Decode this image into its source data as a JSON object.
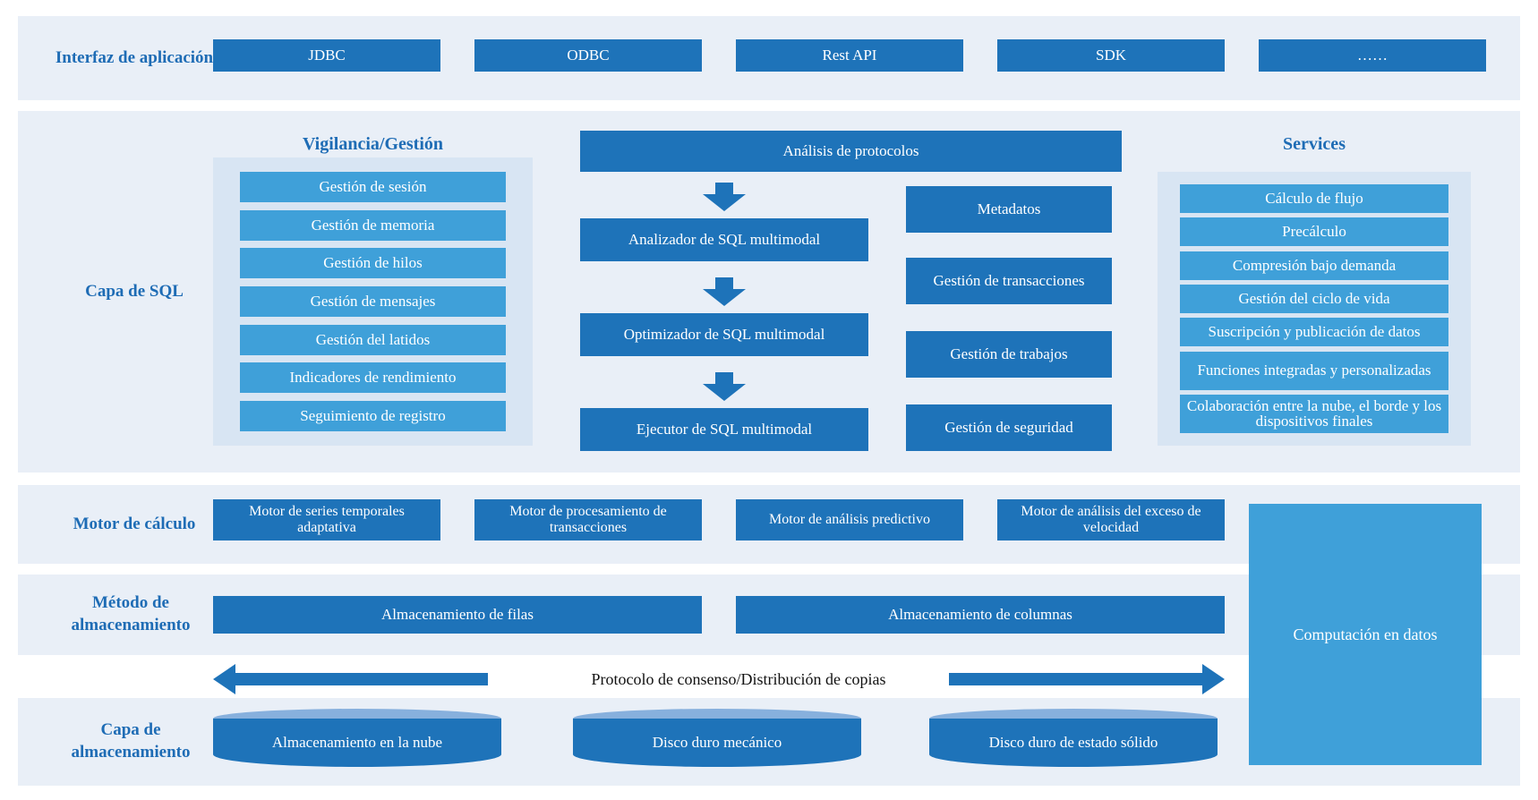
{
  "colors": {
    "primary_blue": "#1e73b9",
    "light_blue": "#3fa0d9",
    "band_background": "#e9eff7",
    "panel_background": "#d8e5f3",
    "heading_blue": "#1e6cb5",
    "cylinder_top": "#87b0dd"
  },
  "application_layer": {
    "label": "Interfaz de aplicación",
    "interfaces": [
      "JDBC",
      "ODBC",
      "Rest API",
      "SDK",
      "……"
    ]
  },
  "sql_layer": {
    "label": "Capa de SQL",
    "monitoring": {
      "title": "Vigilancia/Gestión",
      "items": [
        "Gestión de sesión",
        "Gestión de memoria",
        "Gestión de hilos",
        "Gestión de mensajes",
        "Gestión del latidos",
        "Indicadores de rendimiento",
        "Seguimiento de registro"
      ]
    },
    "pipeline": {
      "entry": "Análisis de protocolos",
      "steps": [
        "Analizador de SQL multimodal",
        "Optimizador de SQL multimodal",
        "Ejecutor de SQL multimodal"
      ]
    },
    "management": [
      "Metadatos",
      "Gestión de transacciones",
      "Gestión de trabajos",
      "Gestión de seguridad"
    ],
    "services": {
      "title": "Services",
      "items": [
        "Cálculo de flujo",
        "Precálculo",
        "Compresión bajo demanda",
        "Gestión del ciclo de vida",
        "Suscripción y publicación de datos",
        "Funciones integradas y personalizadas",
        "Colaboración entre la nube, el borde y los dispositivos finales"
      ]
    }
  },
  "compute_layer": {
    "label": "Motor de cálculo",
    "engines": [
      "Motor de series temporales adaptativa",
      "Motor de procesamiento de transacciones",
      "Motor de análisis predictivo",
      "Motor de análisis del exceso de velocidad"
    ],
    "in_data_computing": "Computación en datos"
  },
  "storage_method_layer": {
    "label": "Método de almacenamiento",
    "methods": [
      "Almacenamiento de filas",
      "Almacenamiento de columnas"
    ]
  },
  "replication": {
    "label": "Protocolo de consenso/Distribución de copias"
  },
  "storage_layer": {
    "label": "Capa de almacenamiento",
    "devices": [
      "Almacenamiento en la nube",
      "Disco duro mecánico",
      "Disco duro de estado sólido"
    ]
  }
}
